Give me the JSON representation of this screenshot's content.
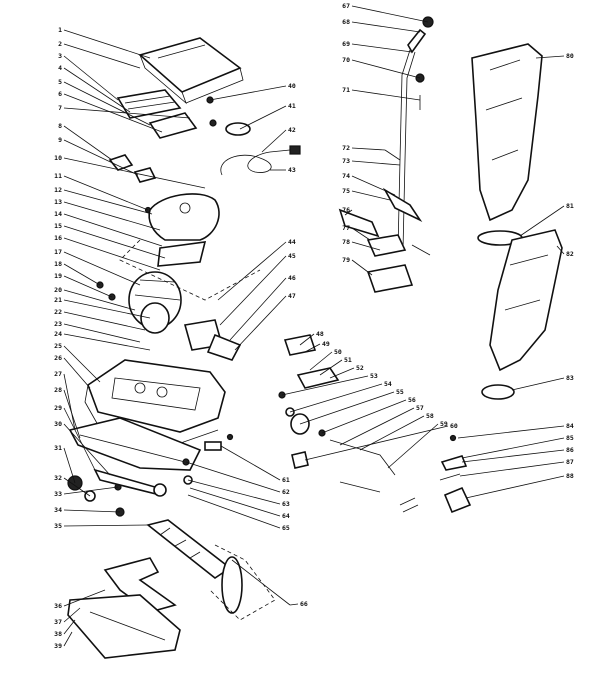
{
  "diagram": {
    "labels_left": [
      "1",
      "2",
      "3",
      "4",
      "5",
      "6",
      "7",
      "8",
      "9",
      "10",
      "11",
      "12",
      "13",
      "14",
      "15",
      "16",
      "17",
      "18",
      "19",
      "20",
      "21",
      "22",
      "23",
      "24",
      "25",
      "26",
      "27",
      "28",
      "29",
      "30",
      "31",
      "32",
      "33",
      "34",
      "35",
      "36",
      "37",
      "38",
      "39"
    ],
    "labels_mid": [
      "40",
      "41",
      "42",
      "43",
      "44",
      "45",
      "46",
      "47",
      "48",
      "49",
      "50",
      "51",
      "52",
      "53",
      "54",
      "55",
      "56",
      "57",
      "58",
      "59",
      "60",
      "61",
      "62",
      "63",
      "64",
      "65",
      "66"
    ],
    "labels_right": [
      "67",
      "68",
      "69",
      "70",
      "71",
      "72",
      "73",
      "74",
      "75",
      "76",
      "77",
      "78",
      "79",
      "80",
      "81",
      "82",
      "83",
      "84",
      "85",
      "86",
      "87",
      "88"
    ]
  }
}
